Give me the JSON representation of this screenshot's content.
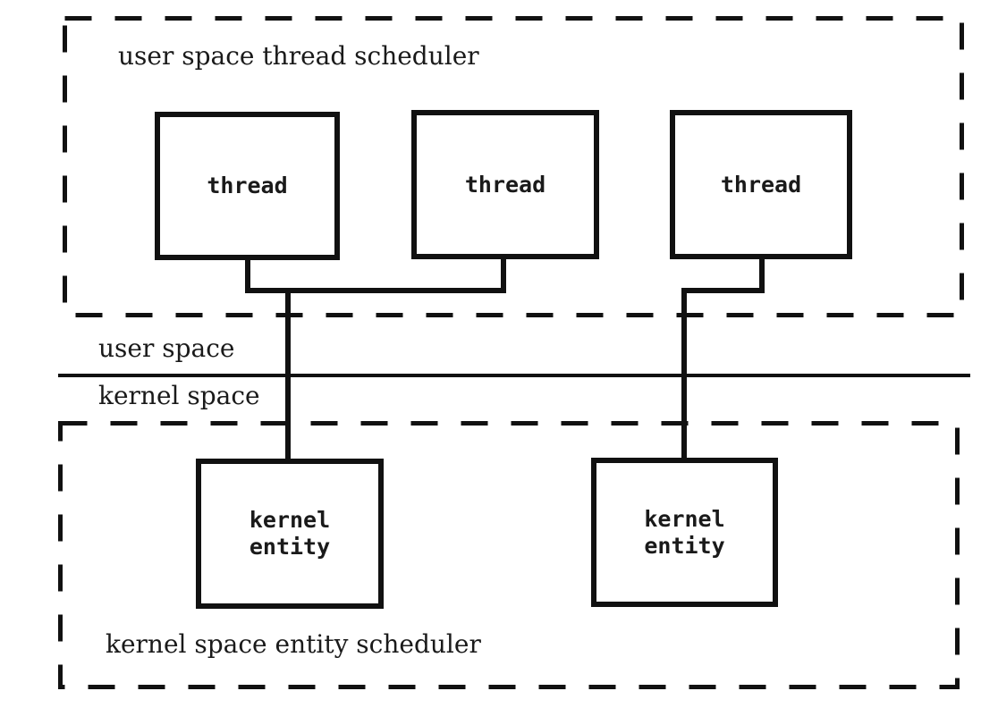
{
  "user_space": {
    "scheduler_label": "user space thread scheduler",
    "threads": [
      {
        "label": "thread"
      },
      {
        "label": "thread"
      },
      {
        "label": "thread"
      }
    ]
  },
  "boundary": {
    "user_label": "user space",
    "kernel_label": "kernel space"
  },
  "kernel_space": {
    "scheduler_label": "kernel space entity scheduler",
    "entities": [
      {
        "label": "kernel\nentity"
      },
      {
        "label": "kernel\nentity"
      }
    ]
  },
  "connections": [
    {
      "from": [
        "thread-1",
        "thread-2"
      ],
      "to": "kernel-entity-1"
    },
    {
      "from": [
        "thread-3"
      ],
      "to": "kernel-entity-2"
    }
  ],
  "colors": {
    "line": "#111111",
    "text": "#1a1a1a",
    "background": "#ffffff"
  }
}
